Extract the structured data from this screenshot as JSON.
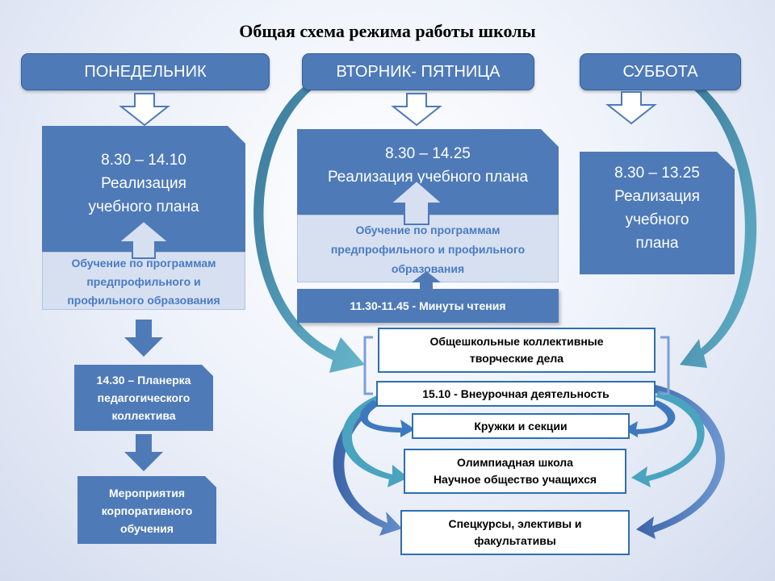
{
  "title": "Общая схема режима работы школы",
  "colors": {
    "box_blue": "#4e7ab8",
    "light_blue": "#d6e0f1",
    "teal": "#3f8fa8",
    "border_blue": "#2e6fb0"
  },
  "headers": {
    "monday": "ПОНЕДЕЛЬНИК",
    "tue_fri": "ВТОРНИК- ПЯТНИЦА",
    "saturday": "СУББОТА"
  },
  "monday": {
    "schedule": [
      "8.30 – 14.10",
      "Реализация",
      "учебного плана"
    ],
    "profile": [
      "Обучение по программам",
      "предпрофильного и",
      "профильного образования"
    ],
    "meeting": [
      "14.30 – Планерка",
      "педагогического",
      "коллектива"
    ],
    "corporate": [
      "Мероприятия",
      "корпоративного",
      "обучения"
    ]
  },
  "tue_fri": {
    "schedule": [
      "8.30 – 14.25",
      "Реализация учебного плана"
    ],
    "profile": [
      "Обучение по программам",
      "предпрофильного и  профильного",
      "образования"
    ],
    "reading": "11.30-11.45  -  Минуты чтения"
  },
  "saturday": {
    "schedule": [
      "8.30 – 13.25",
      "Реализация",
      "учебного",
      "плана"
    ]
  },
  "activities": {
    "collective": [
      "Общешкольные  коллективные",
      "творческие дела"
    ],
    "extracurricular": "15.10 - Внеурочная деятельность",
    "clubs": "Кружки и секции",
    "olympiad": [
      "Олимпиадная школа",
      "Научное общество учащихся"
    ],
    "special": [
      "Спецкурсы, элективы  и",
      "факультативы"
    ]
  }
}
